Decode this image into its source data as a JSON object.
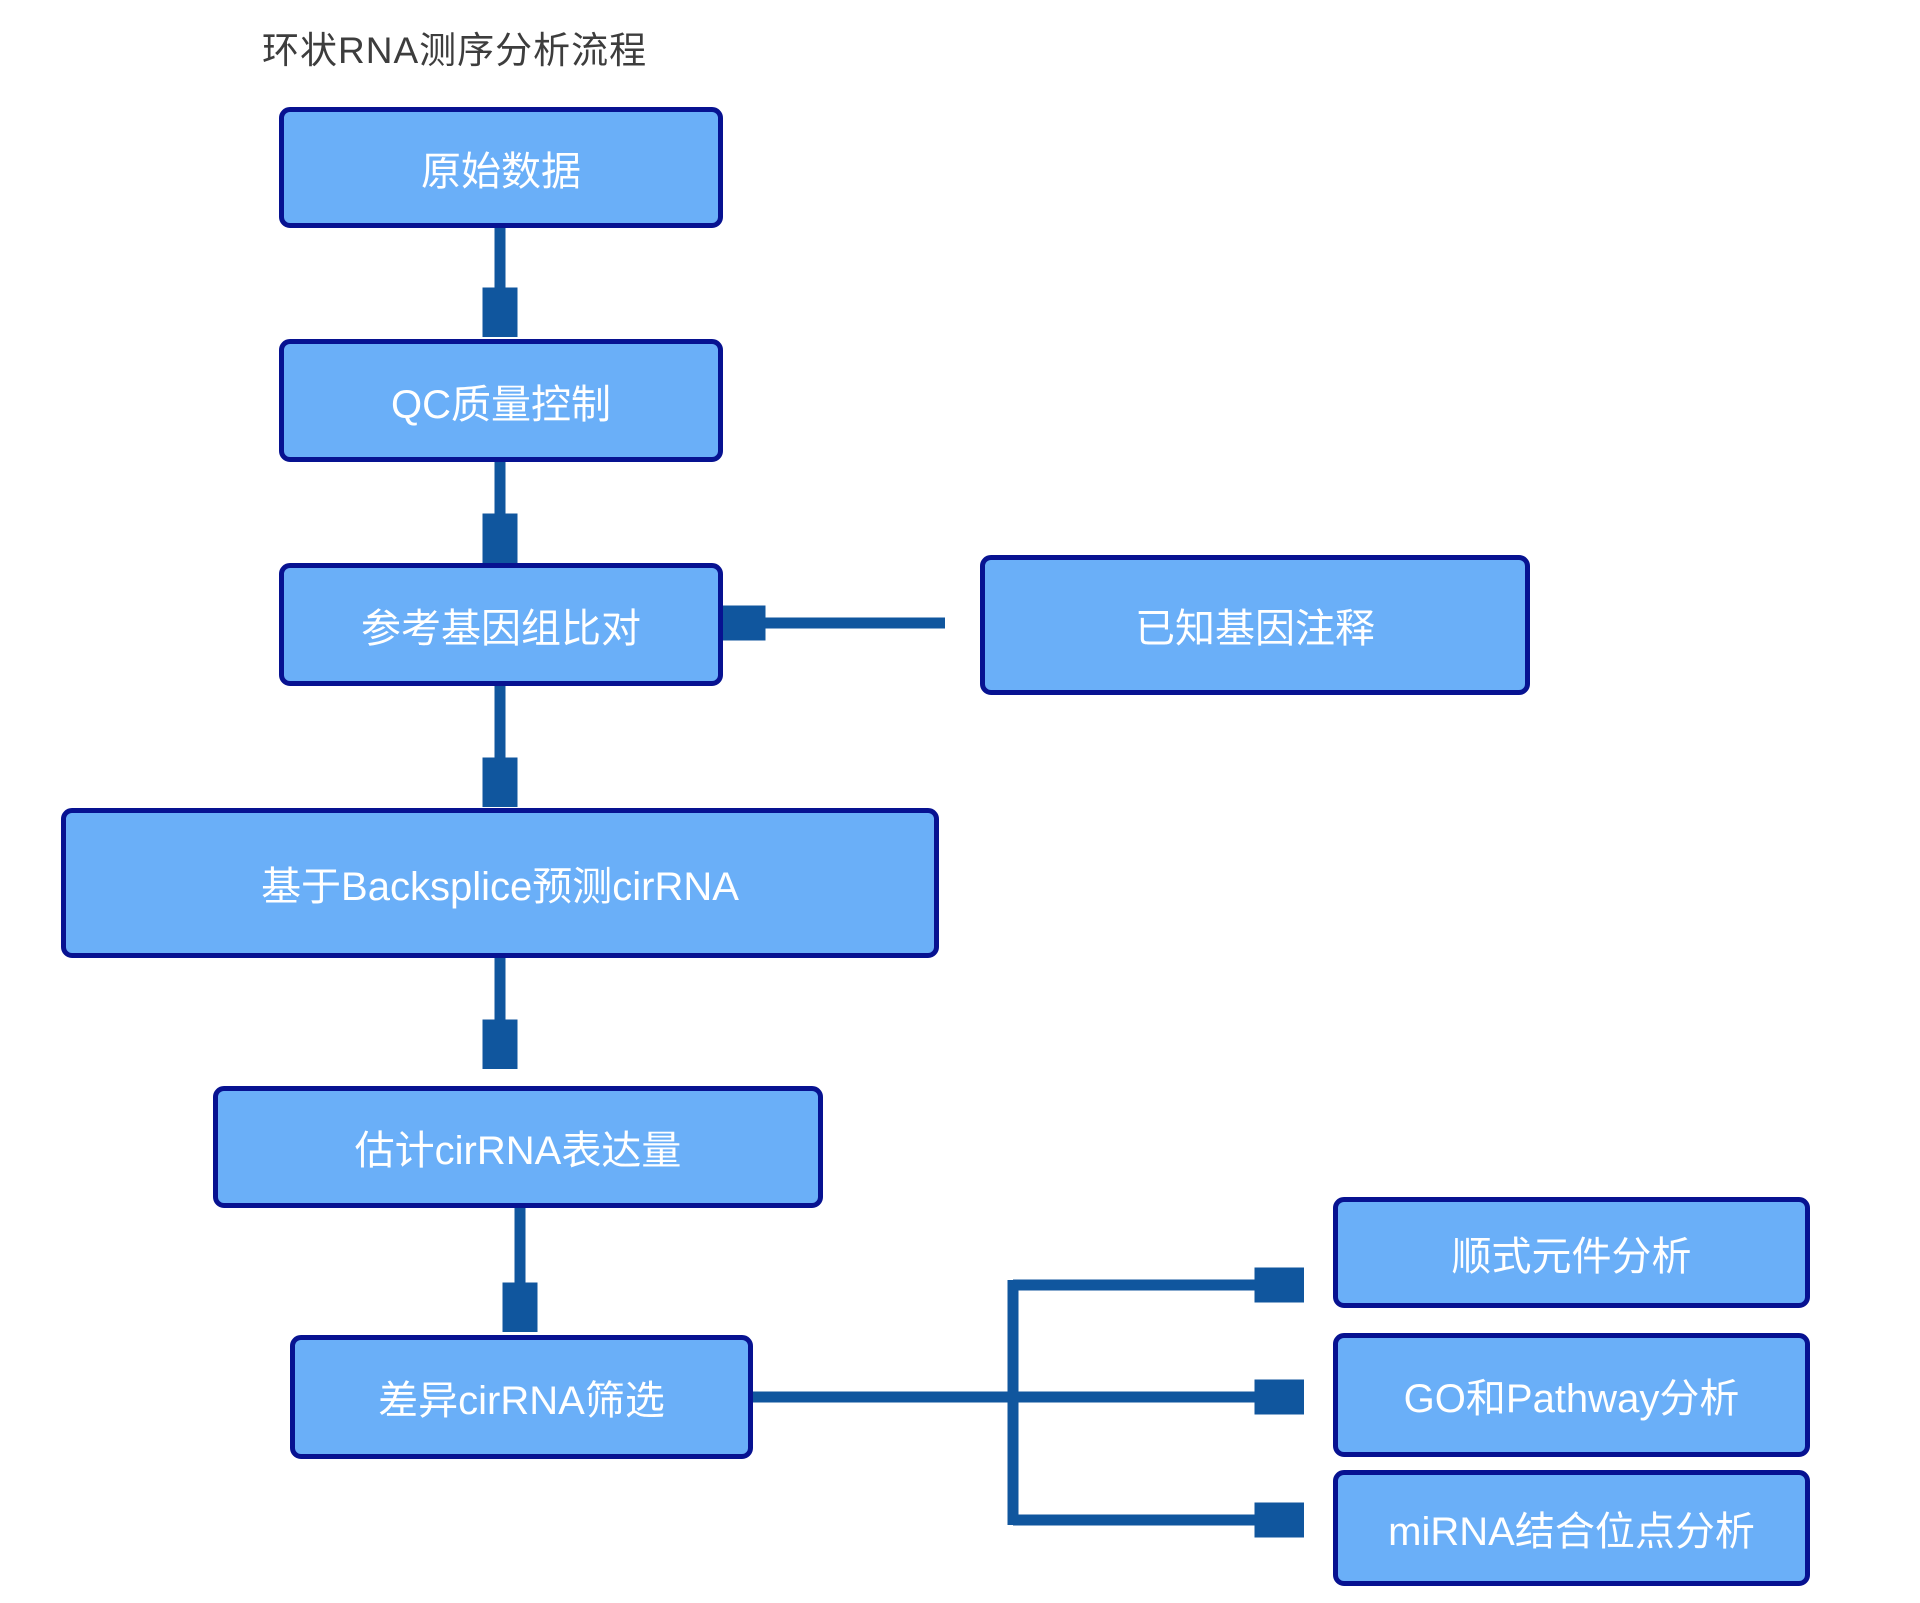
{
  "title": "环状RNA测序分析流程",
  "colors": {
    "bg": "#ffffff",
    "node-fill": "#6aaff8",
    "node-border": "#071291",
    "arrow": "#10569e",
    "node-text": "#ffffff",
    "title-text": "#3d3d3d"
  },
  "nodes": [
    {
      "id": "raw-data",
      "label": "原始数据"
    },
    {
      "id": "qc",
      "label": "QC质量控制"
    },
    {
      "id": "genome-align",
      "label": "参考基因组比对"
    },
    {
      "id": "gene-annotation",
      "label": "已知基因注释"
    },
    {
      "id": "backsplice",
      "label": "基于Backsplice预测cirRNA"
    },
    {
      "id": "expression",
      "label": "估计cirRNA表达量"
    },
    {
      "id": "diff-screen",
      "label": "差异cirRNA筛选"
    },
    {
      "id": "cis-element",
      "label": "顺式元件分析"
    },
    {
      "id": "go-pathway",
      "label": "GO和Pathway分析"
    },
    {
      "id": "mirna-sites",
      "label": "miRNA结合位点分析"
    }
  ],
  "edges": [
    {
      "from": "raw-data",
      "to": "qc"
    },
    {
      "from": "qc",
      "to": "genome-align"
    },
    {
      "from": "genome-align",
      "to": "backsplice"
    },
    {
      "from": "gene-annotation",
      "to": "genome-align"
    },
    {
      "from": "backsplice",
      "to": "expression"
    },
    {
      "from": "expression",
      "to": "diff-screen"
    },
    {
      "from": "diff-screen",
      "to": "cis-element"
    },
    {
      "from": "diff-screen",
      "to": "go-pathway"
    },
    {
      "from": "diff-screen",
      "to": "mirna-sites"
    }
  ]
}
